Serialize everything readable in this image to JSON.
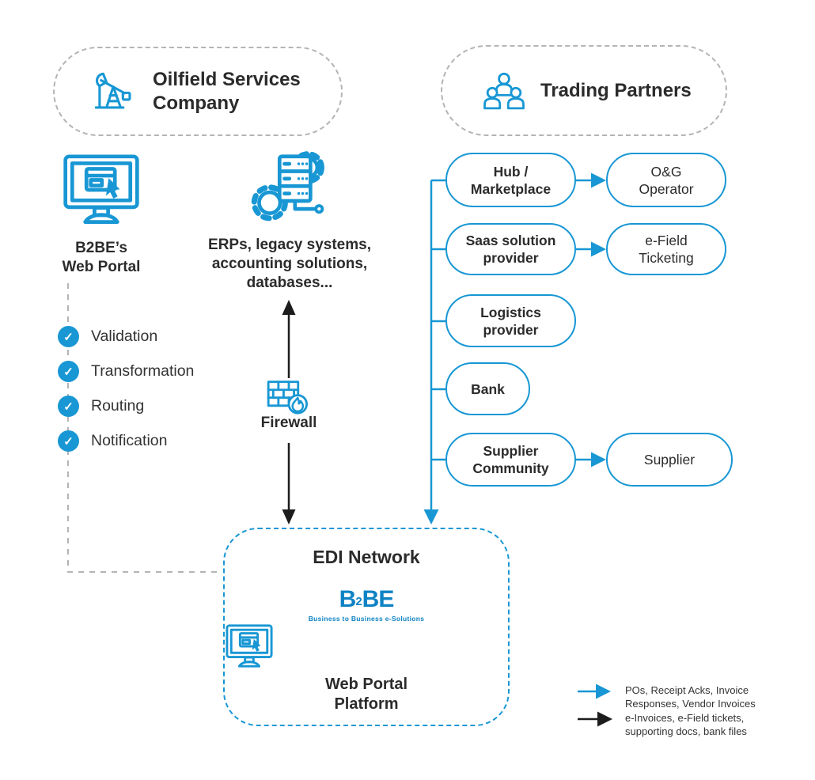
{
  "colors": {
    "accent": "#1897d4",
    "logo_blue": "#0d82c4",
    "text_dark": "#2b2b2b",
    "dash_gray": "#b4b4b4",
    "arrow_black": "#1c1c1c"
  },
  "icons": {
    "check_glyph": "✓",
    "oilfield": "oil-pumpjack-icon",
    "trading": "people-group-icon",
    "web_portal": "monitor-cursor-icon",
    "erp": "server-gears-icon",
    "firewall": "firewall-flame-icon"
  },
  "oilfield_group": {
    "title": "Oilfield Services\nCompany"
  },
  "trading_group": {
    "title": "Trading Partners"
  },
  "web_portal": {
    "label": "B2BE’s\nWeb Portal"
  },
  "erp": {
    "label": "ERPs, legacy systems,\naccounting solutions,\ndatabases..."
  },
  "services": {
    "items": [
      "Validation",
      "Transformation",
      "Routing",
      "Notification"
    ]
  },
  "firewall": {
    "label": "Firewall"
  },
  "partners": {
    "rows": [
      {
        "left": "Hub /\nMarketplace",
        "right": "O&G\nOperator"
      },
      {
        "left": "Saas solution\nprovider",
        "right": "e-Field\nTicketing"
      },
      {
        "left": "Logistics\nprovider"
      },
      {
        "left": "Bank"
      },
      {
        "left": "Supplier\nCommunity",
        "right": "Supplier"
      }
    ]
  },
  "edi": {
    "title": "EDI Network",
    "logo": {
      "b1": "B",
      "sub": "2",
      "b2": "B",
      "e": "E",
      "tagline": "Business to Business e-Solutions"
    },
    "platform_label": "Web Portal\nPlatform"
  },
  "legend": {
    "items": [
      {
        "arrow": "blue-arrow-icon",
        "text": "POs, Receipt Acks, Invoice\nResponses, Vendor Invoices"
      },
      {
        "arrow": "black-arrow-icon",
        "text": "e-Invoices, e-Field tickets,\nsupporting docs, bank files"
      }
    ]
  }
}
